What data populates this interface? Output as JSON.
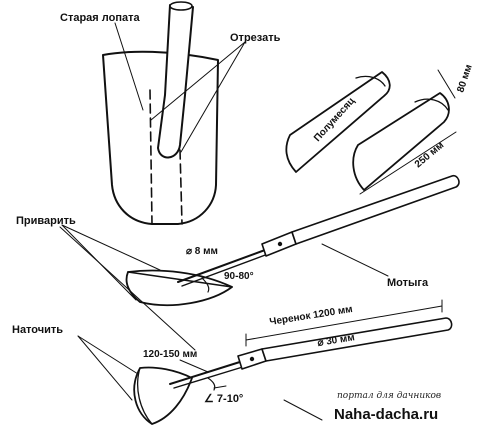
{
  "labels": {
    "old_shovel": "Старая лопата",
    "cut": "Отрезать",
    "half_moon": "Полумесяц",
    "dim_80": "80 мм",
    "dim_250": "250 мм",
    "weld": "Приварить",
    "rod": "⌀ 8 мм",
    "angle_90_80": "90-80°",
    "hoe": "Мотыга",
    "sharpen": "Наточить",
    "handle": "Черенок 1200 мм",
    "handle_d": "⌀ 30 мм",
    "dim_120_150": "120-150 мм",
    "angle_7_10": "∠ 7-10°"
  },
  "watermark": {
    "tagline": "портал для дачников",
    "site": "Naha-dacha.ru"
  },
  "colors": {
    "ink": "#111111",
    "paper": "#ffffff"
  }
}
